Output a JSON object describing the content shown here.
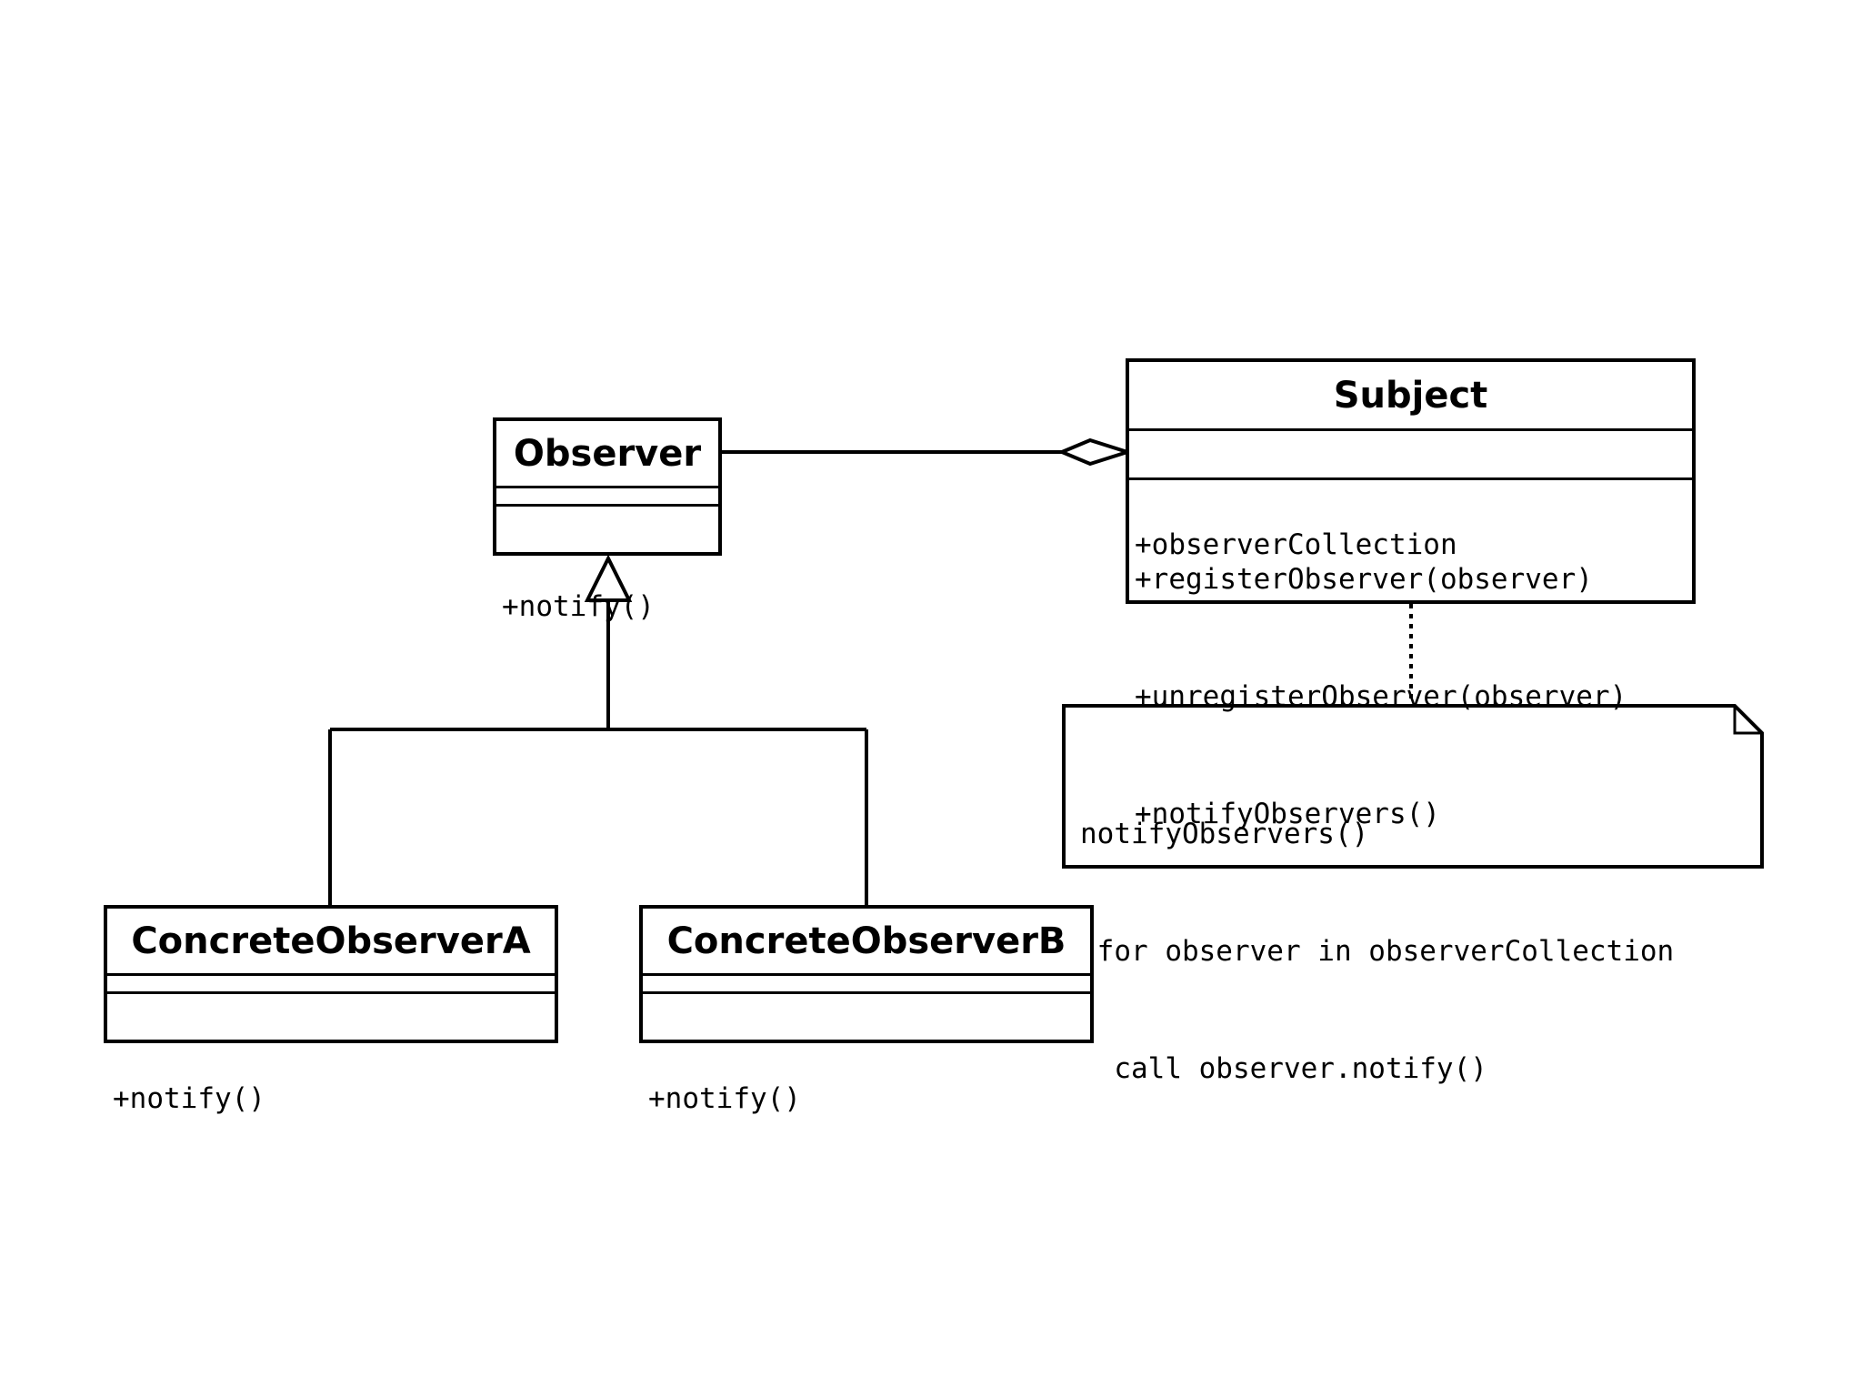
{
  "classes": {
    "observer": {
      "name": "Observer",
      "attributes": [],
      "operations": [
        "+notify()"
      ]
    },
    "subject": {
      "name": "Subject",
      "attributes": [
        "+observerCollection"
      ],
      "operations": [
        "+registerObserver(observer)",
        "+unregisterObserver(observer)",
        "+notifyObservers()"
      ]
    },
    "concrete_a": {
      "name": "ConcreteObserverA",
      "attributes": [],
      "operations": [
        "+notify()"
      ]
    },
    "concrete_b": {
      "name": "ConcreteObserverB",
      "attributes": [],
      "operations": [
        "+notify()"
      ]
    }
  },
  "note": {
    "lines": [
      "notifyObservers()",
      " for observer in observerCollection",
      "  call observer.notify()"
    ]
  }
}
